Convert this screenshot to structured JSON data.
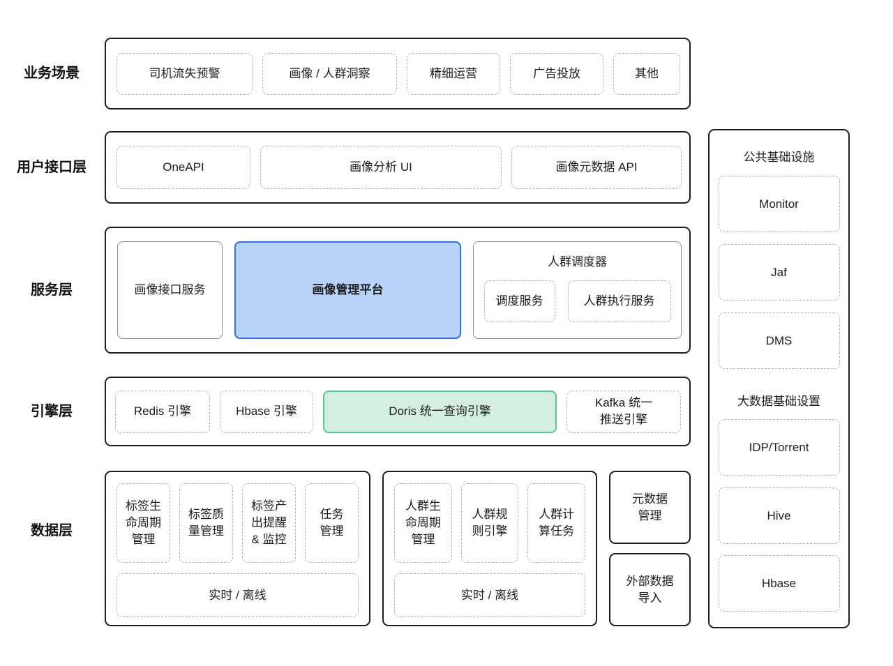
{
  "colors": {
    "blue_fill": "#b9d3f8",
    "blue_border": "#2f6ee3",
    "green_fill": "#d3efe1",
    "green_border": "#57c795"
  },
  "layers": {
    "business": {
      "label": "业务场景",
      "items": [
        "司机流失预警",
        "画像 / 人群洞察",
        "精细运营",
        "广告投放",
        "其他"
      ]
    },
    "interface": {
      "label": "用户接口层",
      "items": [
        "OneAPI",
        "画像分析 UI",
        "画像元数据 API"
      ]
    },
    "service": {
      "label": "服务层",
      "portrait_api": "画像接口服务",
      "portrait_platform": "画像管理平台",
      "scheduler_title": "人群调度器",
      "scheduler_items": [
        "调度服务",
        "人群执行服务"
      ]
    },
    "engine": {
      "label": "引擎层",
      "items": [
        "Redis 引擎",
        "Hbase 引擎",
        "Doris 统一查询引擎",
        "Kafka 统一\n推送引擎"
      ]
    },
    "data": {
      "label": "数据层",
      "tag_items": [
        "标签生\n命周期\n管理",
        "标签质\n量管理",
        "标签产\n出提醒\n& 监控",
        "任务\n管理"
      ],
      "tag_bottom": "实时 / 离线",
      "crowd_items": [
        "人群生\n命周期\n管理",
        "人群规\n则引擎",
        "人群计\n算任务"
      ],
      "crowd_bottom": "实时 / 离线",
      "metadata": "元数据\n管理",
      "external": "外部数据\n导入"
    }
  },
  "sidebar": {
    "common_title": "公共基础设施",
    "common_items": [
      "Monitor",
      "Jaf",
      "DMS"
    ],
    "bigdata_title": "大数据基础设置",
    "bigdata_items": [
      "IDP/Torrent",
      "Hive",
      "Hbase"
    ]
  }
}
